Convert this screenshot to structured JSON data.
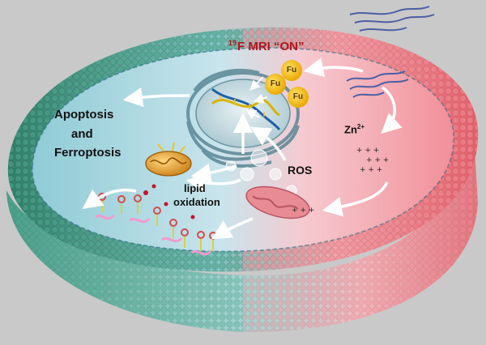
{
  "title": {
    "isotope": "19",
    "text": "F MRI “ON”"
  },
  "fate": {
    "line1": "Apoptosis",
    "line2": "and",
    "line3": "Ferroptosis"
  },
  "ros_label": "ROS",
  "zinc": {
    "symbol": "Zn",
    "charge": "2+"
  },
  "lipid": {
    "line1": "lipid",
    "line2": "oxidation"
  },
  "probe_labels": [
    "Fu",
    "Fu",
    "Fu"
  ],
  "colors": {
    "background": "#c9c9c9",
    "cytoplasm_left": "#9ed3dd",
    "cytoplasm_right": "#f7aeb6",
    "membrane_left": "#3d8f79",
    "membrane_right": "#e8757f",
    "title_red": "#b3141b",
    "probe_gold": "#f5c21b",
    "dna_blue": "#1d5fa8"
  }
}
